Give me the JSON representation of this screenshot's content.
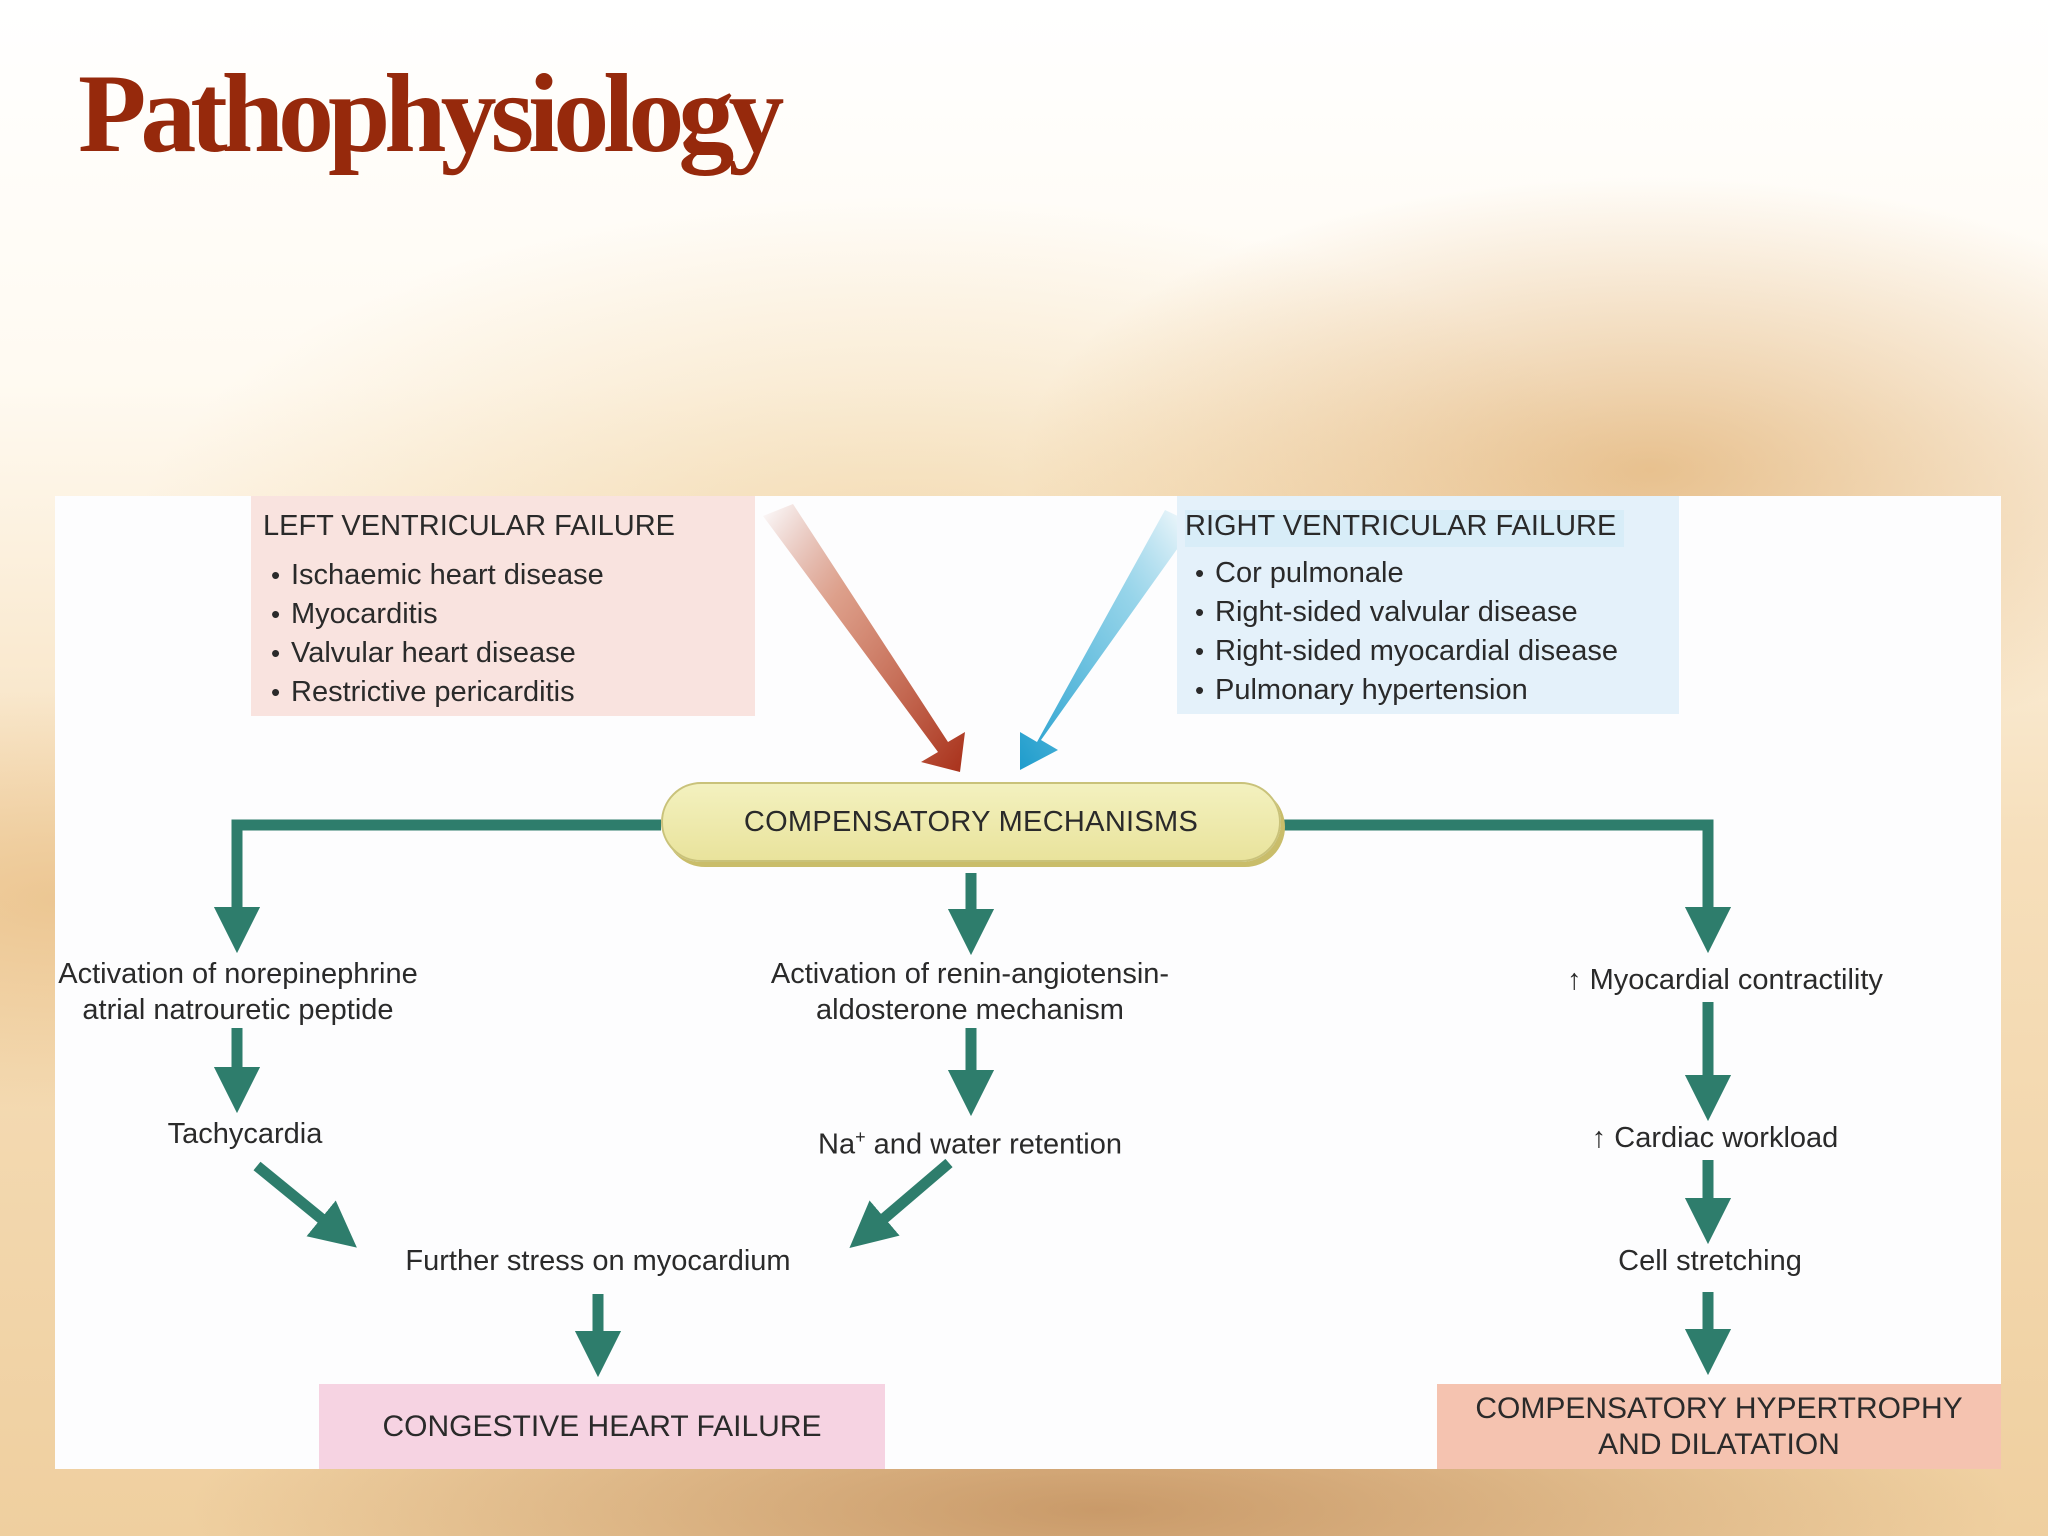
{
  "slide": {
    "title": "Pathophysiology"
  },
  "left_box": {
    "header": "LEFT VENTRICULAR FAILURE",
    "items": [
      "Ischaemic heart disease",
      "Myocarditis",
      "Valvular heart disease",
      "Restrictive pericarditis"
    ]
  },
  "right_box": {
    "header": "RIGHT VENTRICULAR FAILURE",
    "items": [
      "Cor pulmonale",
      "Right-sided valvular disease",
      "Right-sided myocardial disease",
      "Pulmonary hypertension"
    ]
  },
  "center": {
    "label": "COMPENSATORY MECHANISMS"
  },
  "left_branch": {
    "line1": "Activation of norepinephrine",
    "line2": "atrial natrouretic peptide",
    "step2": "Tachycardia"
  },
  "middle_branch": {
    "line1": "Activation of renin-angiotensin-",
    "line2": "aldosterone mechanism",
    "step2_pre": "Na",
    "step2_sup": "+",
    "step2_post": " and water retention"
  },
  "merge": {
    "label": "Further stress on myocardium"
  },
  "right_branch": {
    "step1": "↑ Myocardial contractility",
    "step2": "↑ Cardiac workload",
    "step3": "Cell stretching"
  },
  "outcomes": {
    "left": "CONGESTIVE HEART FAILURE",
    "right_line1": "COMPENSATORY HYPERTROPHY",
    "right_line2": "AND DILATATION"
  },
  "colors": {
    "title": "#96290c",
    "arrow_green": "#2e7d6c",
    "arrow_red": "#b03a1c",
    "arrow_blue": "#2ba6d3"
  }
}
